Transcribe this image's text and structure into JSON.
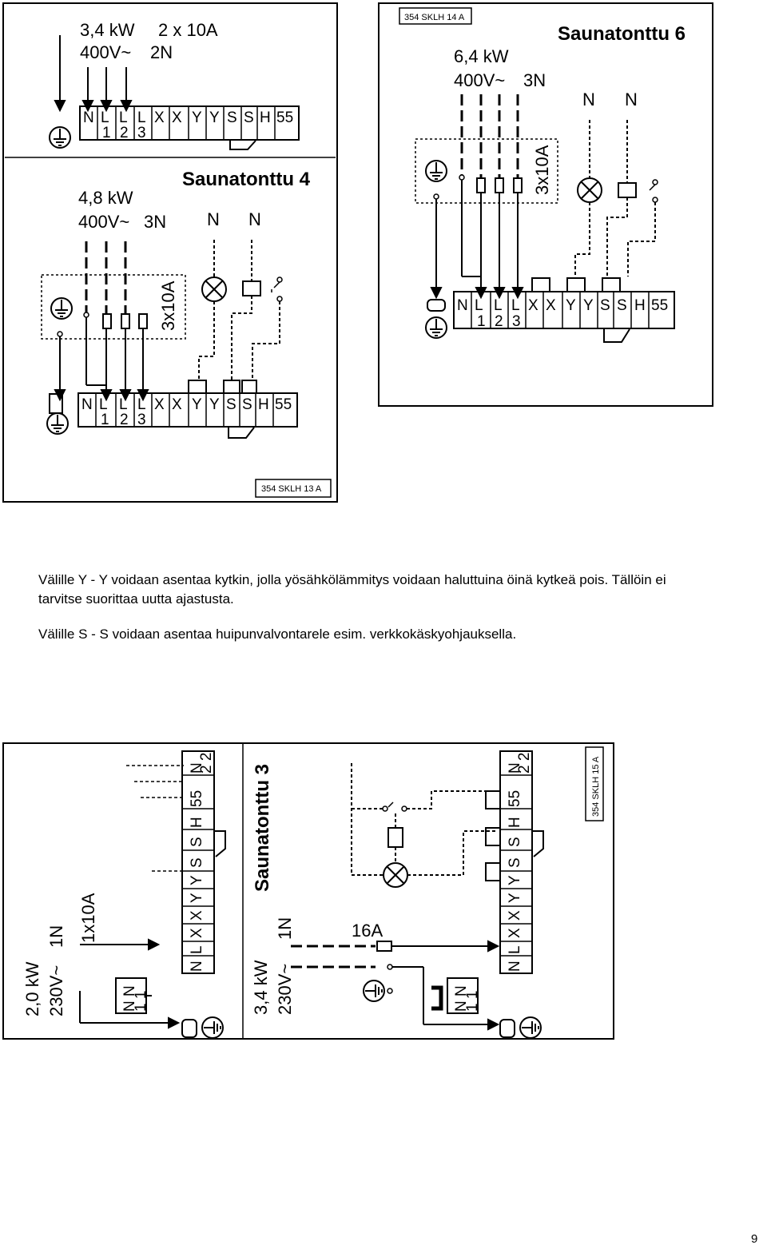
{
  "diagram_a": {
    "title": "Saunatonttu 4",
    "code": "354 SKLH 13 A",
    "variant1_power": "3,4 kW",
    "variant1_fuse": "2 x 10A",
    "variant1_supply": "400V~",
    "variant1_phase": "2N",
    "variant2_power": "4,8 kW",
    "variant2_supply": "400V~",
    "variant2_phase": "3N",
    "fuse": "3x10A",
    "lamp_n": "N",
    "relay_n": "N",
    "terminals_row1": [
      "N",
      "L",
      "L",
      "L",
      "X",
      "X",
      "Y",
      "Y",
      "S",
      "S",
      "H",
      "55"
    ],
    "terminals_row2": [
      "1",
      "2",
      "3"
    ]
  },
  "diagram_b": {
    "title": "Saunatonttu 6",
    "code": "354 SKLH 14 A",
    "power": "6,4 kW",
    "supply": "400V~",
    "phase": "3N",
    "fuse": "3x10A",
    "lamp_n": "N",
    "relay_n": "N",
    "terminals_row1": [
      "N",
      "L",
      "L",
      "L",
      "X",
      "X",
      "Y",
      "Y",
      "S",
      "S",
      "H",
      "55"
    ],
    "terminals_row2": [
      "1",
      "2",
      "3"
    ]
  },
  "notes": {
    "line1": "Välille Y - Y voidaan asentaa kytkin, jolla yösähkölämmitys voidaan haluttuina öinä kytkeä pois. Tällöin ei tarvitse suorittaa uutta ajastusta.",
    "line2": "Välille S - S voidaan asentaa huipunvalvontarele esim. verkkokäskyohjauksella."
  },
  "diagram_c": {
    "title": "Saunatonttu 3",
    "code": "354 SKLH 15 A",
    "left_power": "2,0 kW",
    "left_supply": "230V~",
    "left_phase": "1N",
    "left_fuse": "1x10A",
    "right_power": "3,4 kW",
    "right_supply": "230V~",
    "right_phase": "1N",
    "right_fuse": "16A",
    "n1": "N N",
    "n1_sub": "1 1",
    "terminals": [
      "N",
      "L",
      "X",
      "X",
      "Y",
      "Y",
      "S",
      "S",
      "H",
      "55",
      "N",
      "N"
    ],
    "terminals_sub": "2 2"
  },
  "page_number": "9"
}
